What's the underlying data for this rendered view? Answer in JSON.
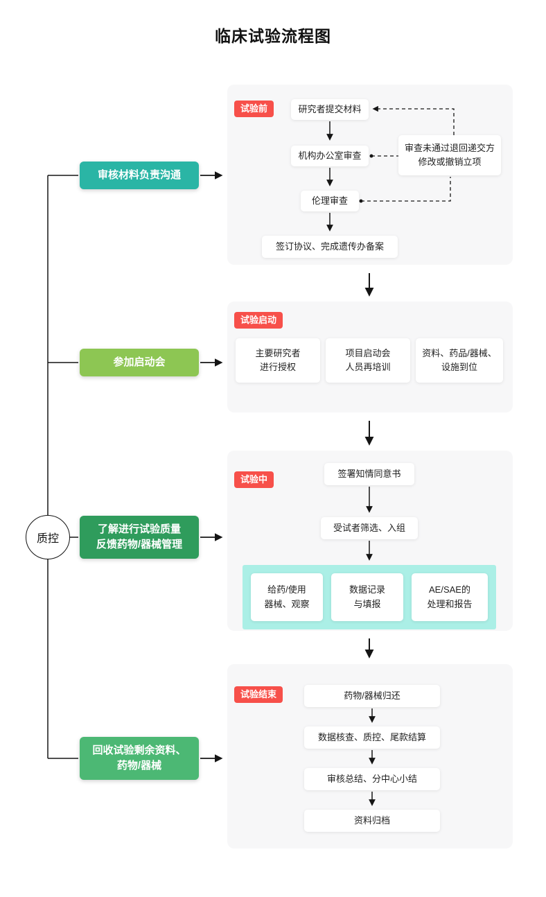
{
  "title": "临床试验流程图",
  "qc": {
    "label": "质控"
  },
  "left_actions": [
    {
      "label": "审核材料负责沟通",
      "color": "#2ab5a5"
    },
    {
      "label": "参加启动会",
      "color": "#8dc653"
    },
    {
      "label": "了解进行试验质量\n反馈药物/器械管理",
      "color": "#2f9c5c"
    },
    {
      "label": "回收试验剩余资料、\n药物/器械",
      "color": "#4cb874"
    }
  ],
  "stages": [
    {
      "badge": "试验前",
      "steps": [
        "研究者提交材料",
        "机构办公室审查",
        "伦理审查",
        "签订协议、完成遗传办备案"
      ],
      "side_note": "审查未通过退回递交方\n修改或撤销立项"
    },
    {
      "badge": "试验启动",
      "parallel": [
        "主要研究者\n进行授权",
        "项目启动会\n人员再培训",
        "资料、药品/器械、\n设施到位"
      ]
    },
    {
      "badge": "试验中",
      "steps": [
        "签署知情同意书",
        "受试者筛选、入组"
      ],
      "highlight": [
        "给药/使用\n器械、观察",
        "数据记录\n与填报",
        "AE/SAE的\n处理和报告"
      ]
    },
    {
      "badge": "试验结束",
      "steps": [
        "药物/器械归还",
        "数据核查、质控、尾款结算",
        "审核总结、分中心小结",
        "资料归档"
      ]
    }
  ],
  "colors": {
    "badge_red": "#f7504a",
    "panel_bg": "#f7f7f8",
    "highlight_cyan": "#abefe6",
    "action_teal": "#2ab5a5",
    "action_light_green": "#8dc653",
    "action_dark_green": "#2f9c5c",
    "action_green": "#4cb874",
    "line_black": "#151515"
  }
}
